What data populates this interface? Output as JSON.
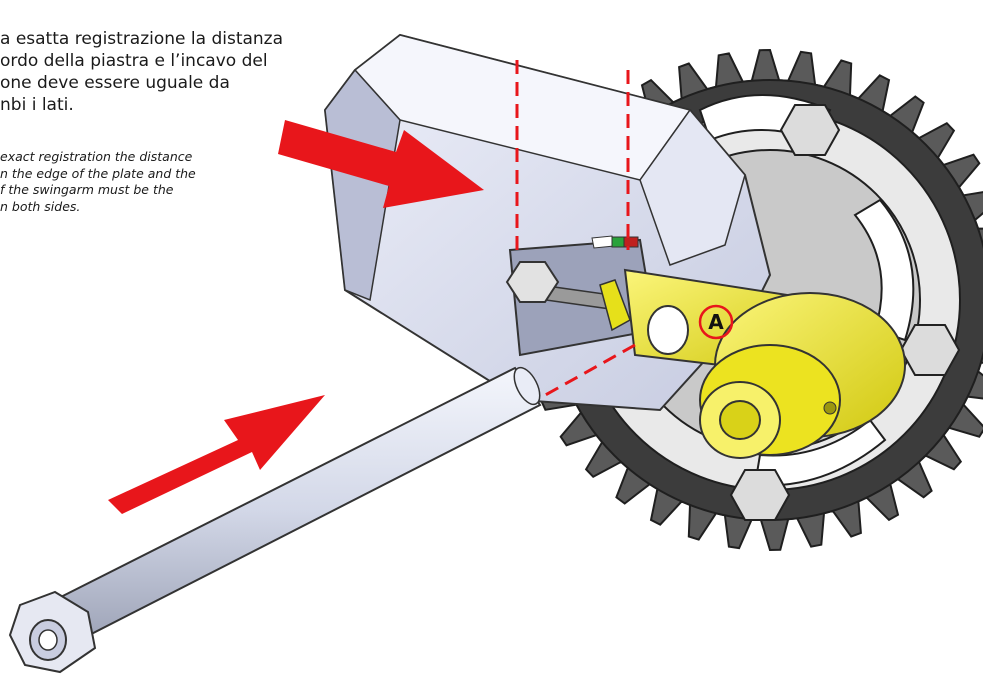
{
  "notes": {
    "italian": "a esatta registrazione la distanza\nordo della piastra e l’incavo del\none deve essere uguale da\nnbi i lati.",
    "english": "exact registration the distance\nn the edge of the plate and the\nf the swingarm must be the\nn both sides."
  },
  "callout": {
    "label": "A"
  },
  "colors": {
    "arrow": "#e8161b",
    "dashed_line": "#e8161b",
    "adjuster_plate": "#e6e01a",
    "swingarm": "#dfe3f1",
    "sprocket": "#4a4a4a",
    "axle": "#d7dbea"
  },
  "indicator_colors": [
    "#2aa23b",
    "#c0201e"
  ]
}
